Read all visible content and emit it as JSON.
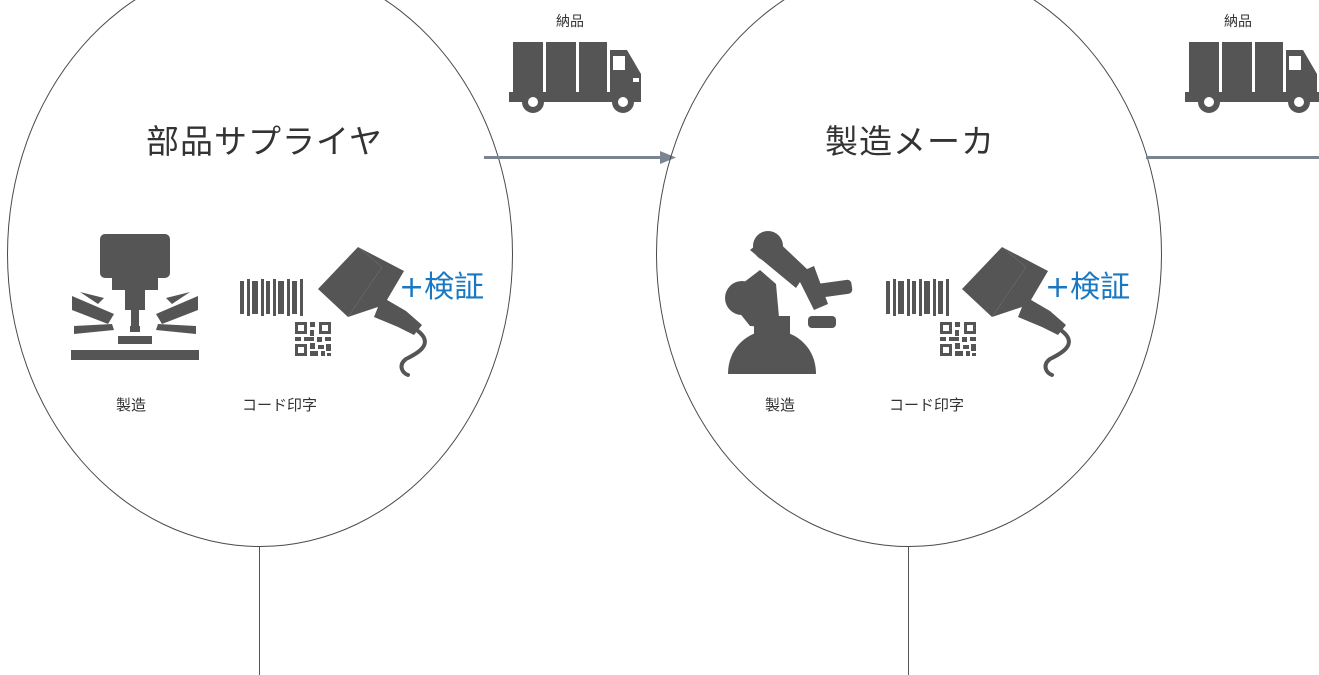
{
  "stages": [
    {
      "title": "部品サプライヤ",
      "process_label": "製造",
      "code_label": "コード印字",
      "verify_label": "+検証"
    },
    {
      "title": "製造メーカ",
      "process_label": "製造",
      "code_label": "コード印字",
      "verify_label": "+検証"
    }
  ],
  "deliveries": [
    {
      "label": "納品"
    },
    {
      "label": "納品"
    }
  ],
  "colors": {
    "icon": "#555555",
    "verify": "#1a78c2",
    "arrow": "#7a8590",
    "outline": "#4a4a4a"
  }
}
